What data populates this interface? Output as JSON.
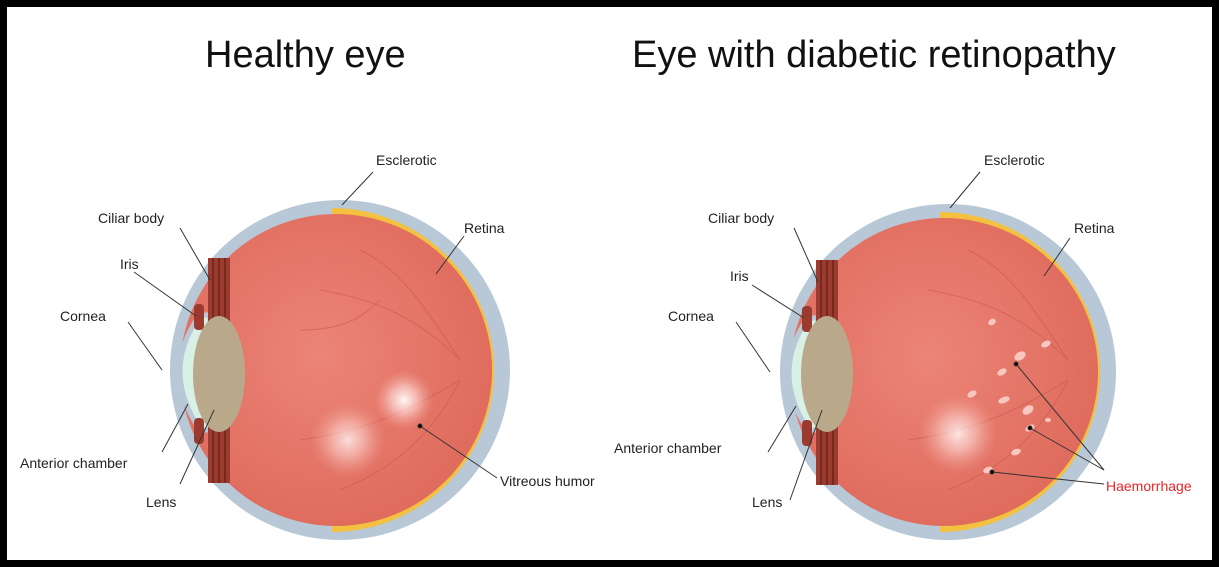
{
  "healthy_panel": {
    "title": "Healthy eye",
    "labels": {
      "esclerotic": "Esclerotic",
      "ciliar_body": "Ciliar body",
      "retina": "Retina",
      "iris": "Iris",
      "cornea": "Cornea",
      "anterior_chamber": "Anterior chamber",
      "lens": "Lens",
      "vitreous_humor": "Vitreous humor"
    }
  },
  "diabetic_panel": {
    "title": "Eye with diabetic retinopathy",
    "labels": {
      "esclerotic": "Esclerotic",
      "ciliar_body": "Ciliar body",
      "retina": "Retina",
      "iris": "Iris",
      "cornea": "Cornea",
      "anterior_chamber": "Anterior chamber",
      "lens": "Lens",
      "haemorrhage": "Haemorrhage"
    }
  },
  "colors": {
    "frame": "#000000",
    "sclera": "#b8c8d6",
    "retina": "#f3c13f",
    "vitreous": "#e87566",
    "lens": "#b9a98a",
    "cornea_fill": "#d9f0e6",
    "ciliary": "#9b3a2e",
    "haemorrhage_label": "#e8262b"
  }
}
